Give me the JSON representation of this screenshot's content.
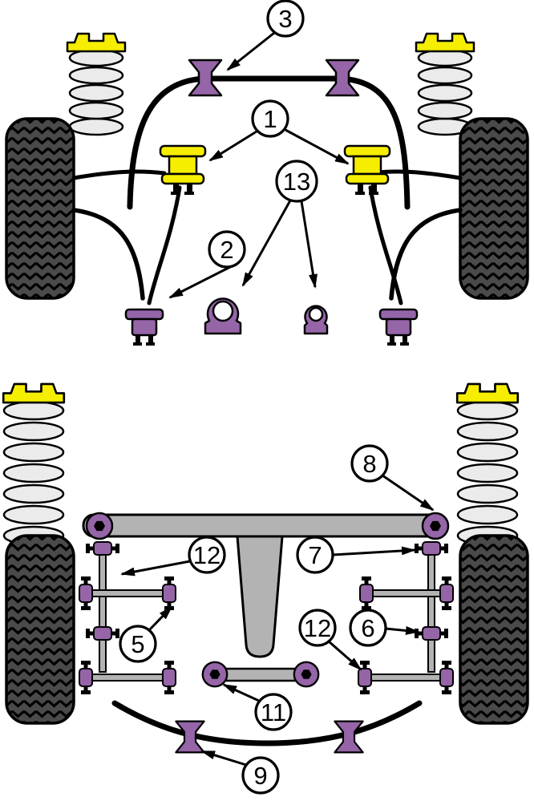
{
  "diagram": {
    "background": "#ffffff",
    "colors": {
      "bush_purple": "#9565a8",
      "mount_yellow": "#f6ee00",
      "metal_gray": "#b3b3b3",
      "coil_gray": "#ebebeb",
      "tire_gray": "#4a4a4a",
      "outline_black": "#000000",
      "callout_fill": "#ffffff"
    },
    "callouts": [
      {
        "id": "front-3",
        "view": "front",
        "label": "3"
      },
      {
        "id": "front-1",
        "view": "front",
        "label": "1"
      },
      {
        "id": "front-2",
        "view": "front",
        "label": "2"
      },
      {
        "id": "front-13",
        "view": "front",
        "label": "13"
      },
      {
        "id": "rear-8",
        "view": "rear",
        "label": "8"
      },
      {
        "id": "rear-12a",
        "view": "rear",
        "label": "12"
      },
      {
        "id": "rear-7",
        "view": "rear",
        "label": "7"
      },
      {
        "id": "rear-5",
        "view": "rear",
        "label": "5"
      },
      {
        "id": "rear-12b",
        "view": "rear",
        "label": "12"
      },
      {
        "id": "rear-6",
        "view": "rear",
        "label": "6"
      },
      {
        "id": "rear-11",
        "view": "rear",
        "label": "11"
      },
      {
        "id": "rear-9",
        "view": "rear",
        "label": "9"
      }
    ]
  }
}
